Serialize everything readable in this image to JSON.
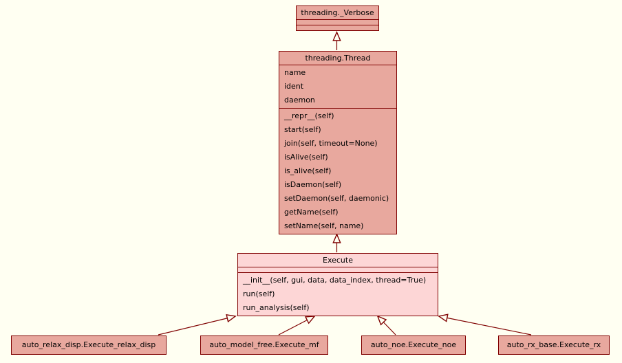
{
  "diagram_type": "uml-class-inheritance",
  "colors": {
    "background": "#fffff2",
    "box_border": "#7f0000",
    "edge": "#7f0000",
    "class_fill": "#e8a89e",
    "highlight_fill": "#fdd6d6"
  },
  "classes": {
    "verbose": {
      "title": "threading._Verbose",
      "attributes": [],
      "methods": []
    },
    "thread": {
      "title": "threading.Thread",
      "attributes": [
        "name",
        "ident",
        "daemon"
      ],
      "methods": [
        "__repr__(self)",
        "start(self)",
        "join(self, timeout=None)",
        "isAlive(self)",
        "is_alive(self)",
        "isDaemon(self)",
        "setDaemon(self, daemonic)",
        "getName(self)",
        "setName(self, name)"
      ]
    },
    "execute": {
      "title": "Execute",
      "attributes": [],
      "methods": [
        "__init__(self, gui, data, data_index, thread=True)",
        "run(self)",
        "run_analysis(self)"
      ]
    },
    "subclasses": [
      {
        "title": "auto_relax_disp.Execute_relax_disp"
      },
      {
        "title": "auto_model_free.Execute_mf"
      },
      {
        "title": "auto_noe.Execute_noe"
      },
      {
        "title": "auto_rx_base.Execute_rx"
      }
    ]
  },
  "relationships": [
    {
      "from": "threading.Thread",
      "to": "threading._Verbose",
      "type": "inherits"
    },
    {
      "from": "Execute",
      "to": "threading.Thread",
      "type": "inherits"
    },
    {
      "from": "auto_relax_disp.Execute_relax_disp",
      "to": "Execute",
      "type": "inherits"
    },
    {
      "from": "auto_model_free.Execute_mf",
      "to": "Execute",
      "type": "inherits"
    },
    {
      "from": "auto_noe.Execute_noe",
      "to": "Execute",
      "type": "inherits"
    },
    {
      "from": "auto_rx_base.Execute_rx",
      "to": "Execute",
      "type": "inherits"
    }
  ]
}
